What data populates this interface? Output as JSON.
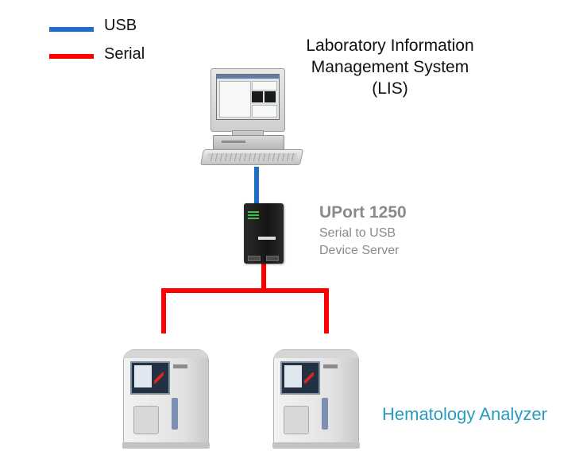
{
  "legend": {
    "items": [
      {
        "label": "USB",
        "color": "#1e6fc0"
      },
      {
        "label": "Serial",
        "color": "#ff0000"
      }
    ]
  },
  "lis": {
    "title_lines": [
      "Laboratory Information",
      "Management System",
      "(LIS)"
    ]
  },
  "uport": {
    "name": "UPort 1250",
    "desc_lines": [
      "Serial to USB",
      "Device Server"
    ]
  },
  "analyzer": {
    "label": "Hematology Analyzer",
    "count": 2
  },
  "colors": {
    "usb": "#1e6fc0",
    "serial": "#ff0000",
    "hematology_label": "#2a9bc0",
    "uport_text": "#8a8a8a"
  }
}
